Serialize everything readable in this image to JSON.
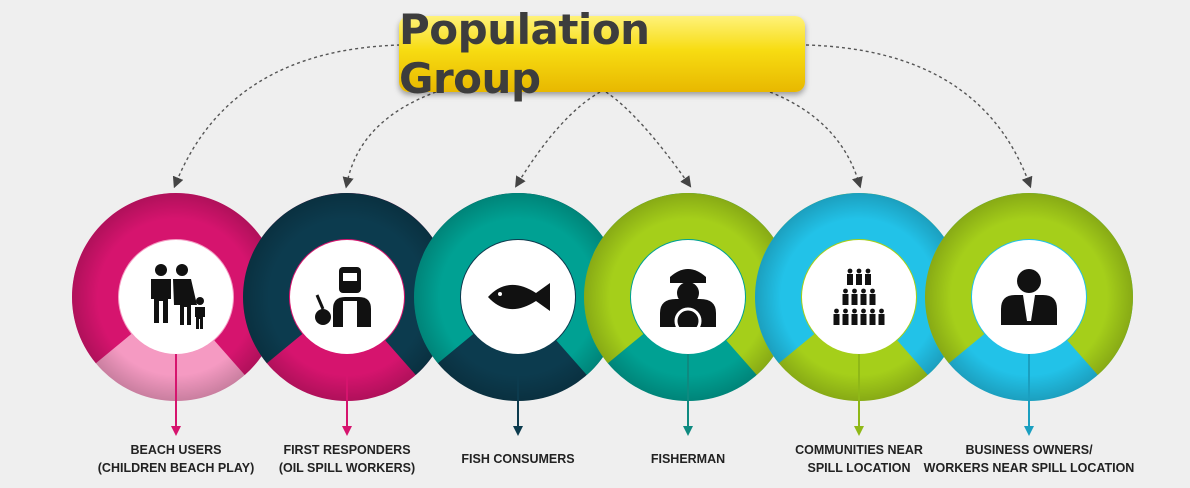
{
  "title": "Population Group",
  "groups": [
    {
      "label": "BEACH USERS\n(CHILDREN BEACH PLAY)",
      "icon": "family-icon",
      "color": "#d6146e",
      "light": "#f59ac2",
      "arrow": "#d6146e"
    },
    {
      "label": "FIRST RESPONDERS\n(OIL SPILL WORKERS)",
      "icon": "welder-icon",
      "color": "#0c3b4e",
      "light": "#d6146e",
      "arrow": "#d6146e"
    },
    {
      "label": "FISH CONSUMERS",
      "icon": "fish-icon",
      "color": "#00a193",
      "light": "#0c3b4e",
      "arrow": "#0c3b4e"
    },
    {
      "label": "FISHERMAN",
      "icon": "captain-icon",
      "color": "#a5cf1a",
      "light": "#00a193",
      "arrow": "#0e8a80"
    },
    {
      "label": "COMMUNITIES NEAR\nSPILL LOCATION",
      "icon": "crowd-icon",
      "color": "#22c2e8",
      "light": "#a5cf1a",
      "arrow": "#8fb817"
    },
    {
      "label": "BUSINESS OWNERS/\nWORKERS NEAR SPILL LOCATION",
      "icon": "businessman-icon",
      "color": "#a5cf1a",
      "light": "#22c2e8",
      "arrow": "#1a9fc0"
    }
  ]
}
